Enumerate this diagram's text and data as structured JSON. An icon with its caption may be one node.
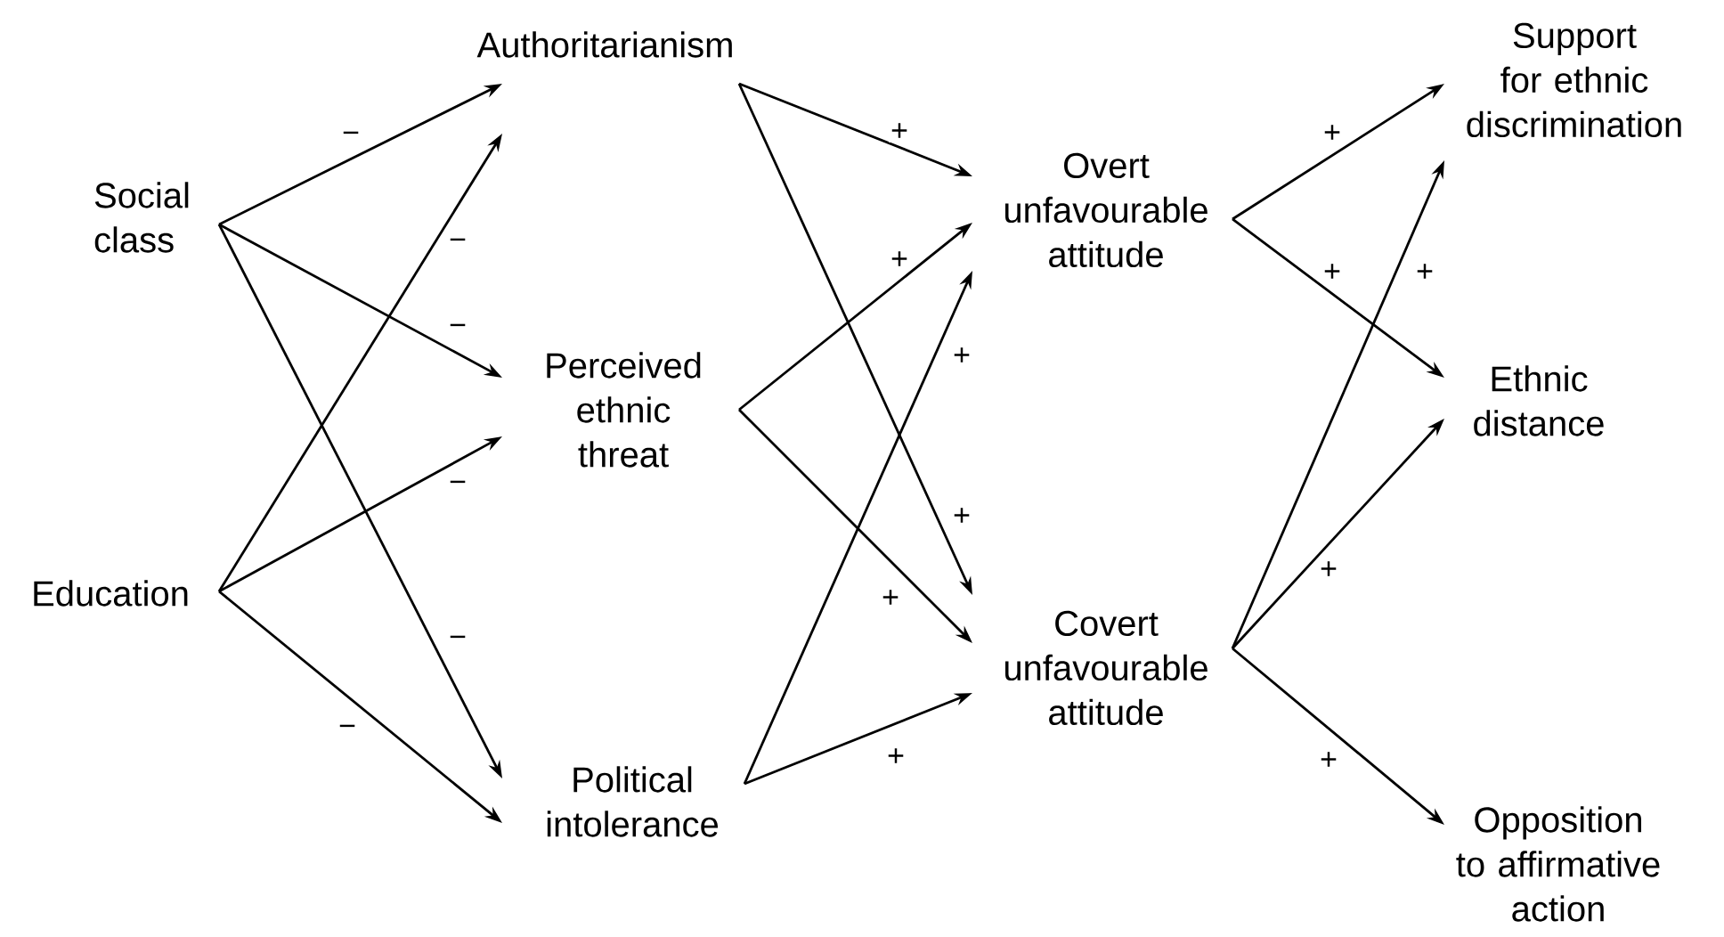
{
  "diagram": {
    "nodes": [
      {
        "text": [
          "Social class"
        ]
      },
      {
        "text": [
          "Education"
        ]
      },
      {
        "text": [
          "Authoritarianism"
        ]
      },
      {
        "text": [
          "Perceived ethnic threat"
        ]
      },
      {
        "text": [
          "Political intolerance"
        ]
      },
      {
        "text": [
          "Overt unfavourable attitude"
        ]
      },
      {
        "text": [
          "Covert unfavourable attitude"
        ]
      },
      {
        "text": [
          "Support for ethnic discrimination"
        ]
      },
      {
        "text": [
          "Ethnic distance"
        ]
      },
      {
        "text": [
          "Opposition to affirmative action"
        ]
      }
    ],
    "edges": [
      {
        "from": 0,
        "to": 2,
        "arrow": "to",
        "label": "−"
      },
      {
        "from": 0,
        "to": 3,
        "arrow": "to",
        "label": "−"
      },
      {
        "from": 0,
        "to": 4,
        "arrow": "to",
        "label": "−"
      },
      {
        "from": 1,
        "to": 2,
        "arrow": "to",
        "label": "−"
      },
      {
        "from": 1,
        "to": 3,
        "arrow": "to",
        "label": "−"
      },
      {
        "from": 1,
        "to": 4,
        "arrow": "to",
        "label": "−"
      },
      {
        "from": 2,
        "to": 5,
        "arrow": "to",
        "label": "+"
      },
      {
        "from": 2,
        "to": 6,
        "arrow": "to",
        "label": "+"
      },
      {
        "from": 3,
        "to": 5,
        "arrow": "to",
        "label": "+"
      },
      {
        "from": 3,
        "to": 6,
        "arrow": "to",
        "label": "+"
      },
      {
        "from": 4,
        "to": 5,
        "arrow": "to",
        "label": "+"
      },
      {
        "from": 4,
        "to": 6,
        "arrow": "to",
        "label": "+"
      },
      {
        "from": 5,
        "to": 7,
        "arrow": "to",
        "label": "+"
      },
      {
        "from": 5,
        "to": 8,
        "arrow": "to",
        "label": "+"
      },
      {
        "from": 6,
        "to": 7,
        "arrow": "to",
        "label": "+"
      },
      {
        "from": 6,
        "to": 8,
        "arrow": "to",
        "label": "+"
      },
      {
        "from": 6,
        "to": 9,
        "arrow": "to",
        "label": "+"
      }
    ]
  }
}
